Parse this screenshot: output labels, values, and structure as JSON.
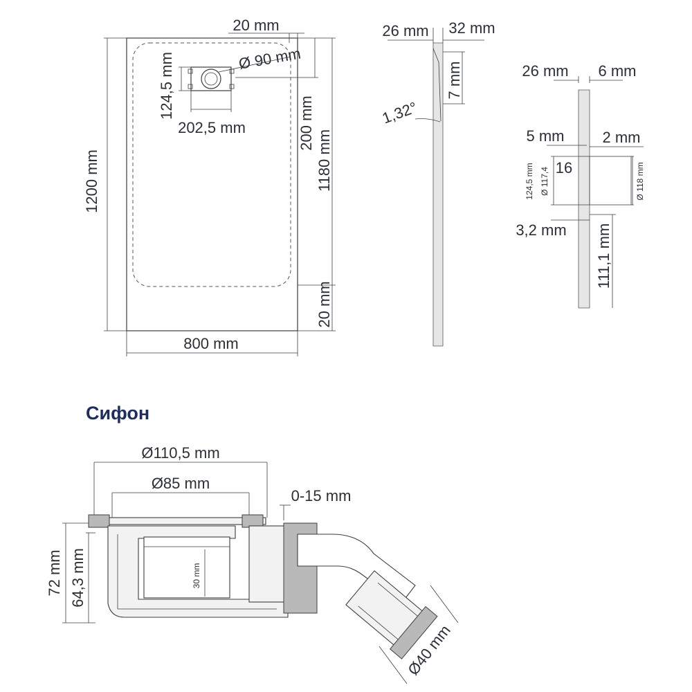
{
  "top_view": {
    "drain_offset_top": "20 mm",
    "drain_diameter": "Ø 90 mm",
    "drain_box_height": "124,5 mm",
    "drain_box_width": "202,5 mm",
    "drain_center_offset": "200 mm",
    "inner_length": "1180 mm",
    "total_length": "1200 mm",
    "bottom_rim": "20 mm",
    "total_width": "800 mm"
  },
  "side_view": {
    "thickness": "26 mm",
    "thickness_at_drain": "32 mm",
    "depth": "7 mm",
    "slope": "1,32°"
  },
  "detail_view": {
    "thickness": "26 mm",
    "lip": "6 mm",
    "step": "5 mm",
    "gap": "2 mm",
    "label_16": "16",
    "box_height": "124,5 mm",
    "inner_diameter": "Ø 117,4",
    "outer_diameter": "Ø 118 mm",
    "wall": "3,2 mm",
    "lower_part": "111,1 mm"
  },
  "siphon": {
    "title": "Сифон",
    "outer_diameter": "Ø110,5 mm",
    "inner_diameter": "Ø85 mm",
    "adjust_range": "0-15 mm",
    "height_total": "72 mm",
    "height_body": "64,3 mm",
    "water_seal": "30 mm",
    "outlet_diameter": "Ø40 mm"
  }
}
